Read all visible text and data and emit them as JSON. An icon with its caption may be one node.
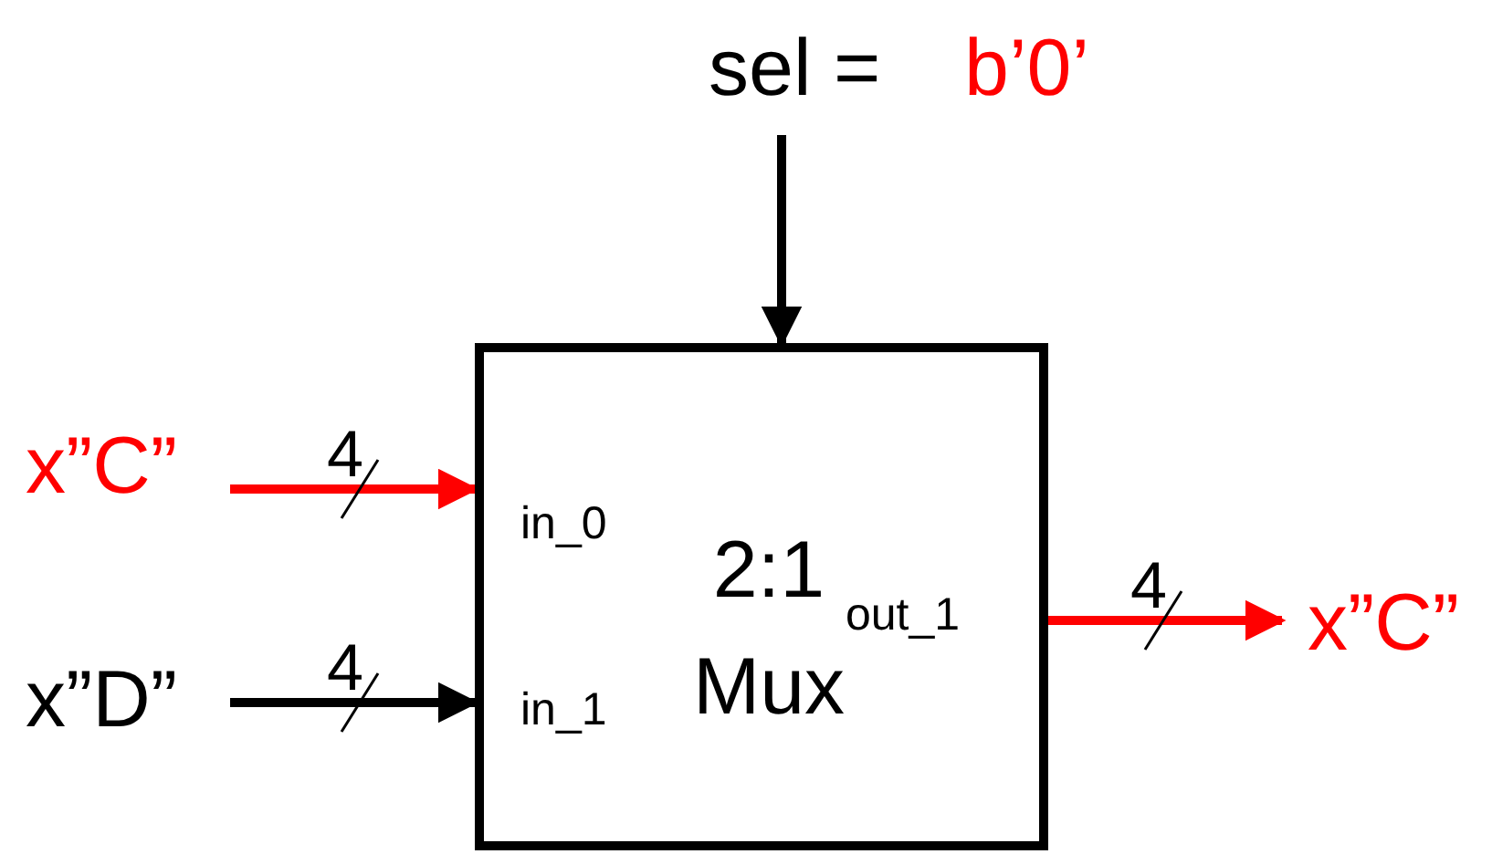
{
  "diagram": {
    "nodes": [
      {
        "text": [
          "sel =",
          "b’0’"
        ]
      },
      {
        "text": [
          "x”C”"
        ]
      },
      {
        "text": [
          "x”D”"
        ]
      },
      {
        "text": [
          "in_0",
          "in_1",
          "2:1 Mux",
          "out_1"
        ]
      },
      {
        "text": [
          "x”C”"
        ]
      }
    ],
    "edges": [
      {
        "from": 0,
        "to": 3,
        "arrow": "to"
      },
      {
        "from": 1,
        "to": 3,
        "arrow": "to",
        "label": "4",
        "color": "#ff0000"
      },
      {
        "from": 2,
        "to": 3,
        "arrow": "to",
        "label": "4"
      },
      {
        "from": 3,
        "to": 4,
        "arrow": "to",
        "label": "4",
        "color": "#ff0000"
      }
    ]
  }
}
